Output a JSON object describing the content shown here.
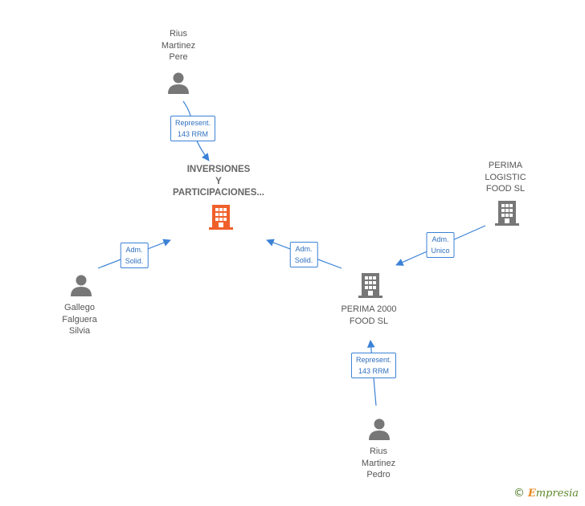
{
  "nodes": {
    "main": {
      "lines": [
        "INVERSIONES",
        "Y",
        "PARTICIPACIONES..."
      ]
    },
    "rius_pere": {
      "lines": [
        "Rius",
        "Martinez",
        "Pere"
      ]
    },
    "gallego": {
      "lines": [
        "Gallego",
        "Falguera",
        "Silvia"
      ]
    },
    "perima_logistic": {
      "lines": [
        "PERIMA",
        "LOGISTIC",
        "FOOD  SL"
      ]
    },
    "perima_2000": {
      "lines": [
        "PERIMA 2000",
        "FOOD  SL"
      ]
    },
    "rius_pedro": {
      "lines": [
        "Rius",
        "Martinez",
        "Pedro"
      ]
    }
  },
  "edges": {
    "pere_main": {
      "lines": [
        "Represent.",
        "143 RRM"
      ]
    },
    "gallego_main": {
      "lines": [
        "Adm.",
        "Solid."
      ]
    },
    "perima2000_main": {
      "lines": [
        "Adm.",
        "Solid."
      ]
    },
    "logistic_2000": {
      "lines": [
        "Adm.",
        "Unico"
      ]
    },
    "pedro_2000": {
      "lines": [
        "Represent.",
        "143 RRM"
      ]
    }
  },
  "colors": {
    "edge": "#3b82d6",
    "person_icon": "#777777",
    "company_icon": "#777777",
    "main_icon": "#f0602a"
  },
  "brand": {
    "copyright": "©",
    "name_initial": "E",
    "name_rest": "mpresia"
  }
}
